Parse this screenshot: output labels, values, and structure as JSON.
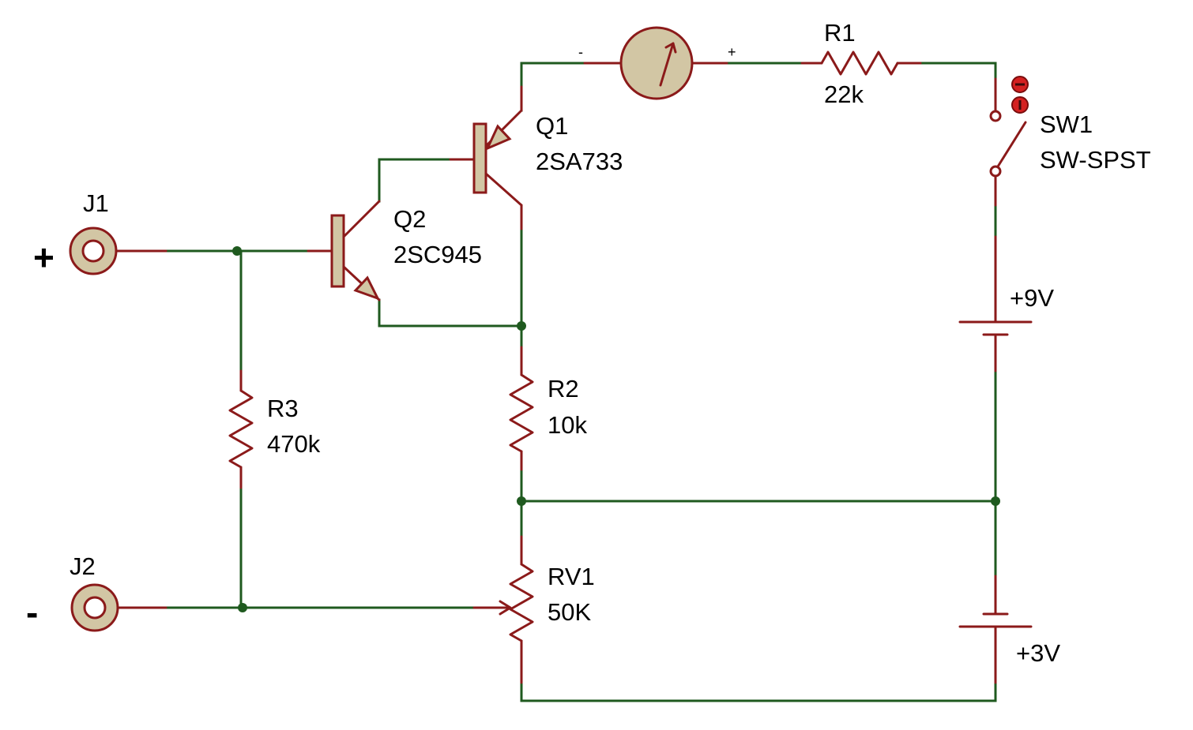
{
  "components": {
    "j1": {
      "ref": "J1",
      "sign": "+"
    },
    "j2": {
      "ref": "J2",
      "sign": "-"
    },
    "q1": {
      "ref": "Q1",
      "value": "2SA733"
    },
    "q2": {
      "ref": "Q2",
      "value": "2SC945"
    },
    "r1": {
      "ref": "R1",
      "value": "22k"
    },
    "r2": {
      "ref": "R2",
      "value": "10k"
    },
    "r3": {
      "ref": "R3",
      "value": "470k"
    },
    "rv1": {
      "ref": "RV1",
      "value": "50K"
    },
    "sw1": {
      "ref": "SW1",
      "value": "SW-SPST"
    },
    "bat9": {
      "value": "+9V"
    },
    "bat3": {
      "value": "+3V"
    },
    "meter": {
      "minus_label": "-",
      "plus_label": "+"
    }
  },
  "colors": {
    "wire": "#1f5a1f",
    "component": "#8b1a1a",
    "component_body": "#d2c6a4",
    "switch_indicator": "#d42020"
  }
}
